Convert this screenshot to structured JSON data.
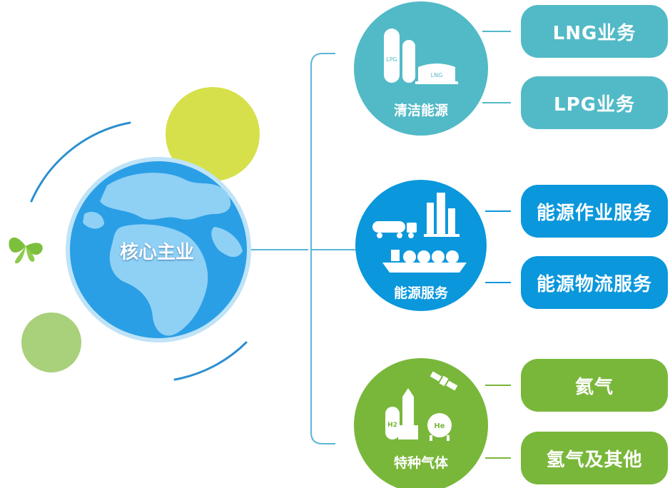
{
  "center": {
    "label": "核心主业"
  },
  "categories": [
    {
      "label": "清洁能源",
      "color": "#52bac7",
      "icon_labels": [
        "LPG",
        "LNG"
      ],
      "icons": [
        "lpg-tank-icon",
        "lng-tank-icon"
      ]
    },
    {
      "label": "能源服务",
      "color": "#0a97dc",
      "icons": [
        "tanker-truck-icon",
        "refinery-icon",
        "lng-ship-icon"
      ]
    },
    {
      "label": "特种气体",
      "color": "#79b73a",
      "icon_labels": [
        "H2",
        "He"
      ],
      "icons": [
        "satellite-icon",
        "rocket-icon",
        "h2-tank-icon",
        "he-tank-icon"
      ]
    }
  ],
  "businesses": [
    {
      "label": "LNG业务",
      "color": "#52bac7"
    },
    {
      "label": "LPG业务",
      "color": "#52bac7"
    },
    {
      "label": "能源作业服务",
      "color": "#0a97dc"
    },
    {
      "label": "能源物流服务",
      "color": "#0a97dc"
    },
    {
      "label": "氦气",
      "color": "#79b73a"
    },
    {
      "label": "氢气及其他",
      "color": "#79b73a"
    }
  ],
  "colors": {
    "globe_ocean": "#2a9fe6",
    "globe_land": "#8fd0f5",
    "accent_yellow": "#d6e04a",
    "accent_green": "#a9d07a",
    "connector": "#5ab6d8"
  }
}
